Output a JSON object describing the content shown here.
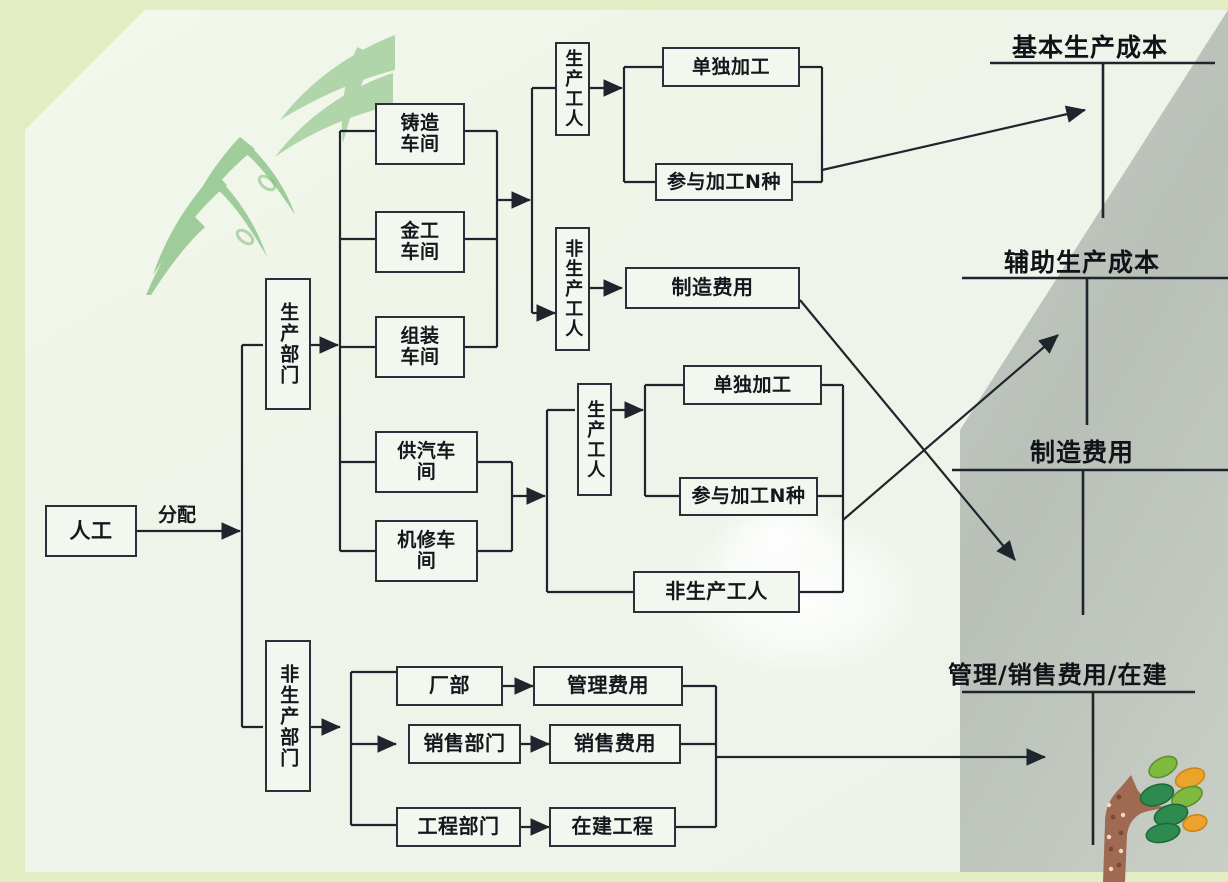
{
  "diagram": {
    "title_hidden": "",
    "source_node": {
      "label": "人工"
    },
    "edge_labels": {
      "allocate": "分配"
    },
    "departments": [
      {
        "id": "prod-dept",
        "label": "生产部门"
      },
      {
        "id": "nonprod-dept",
        "label": "非生产部门"
      }
    ],
    "workshops_basic": [
      {
        "id": "casting",
        "line1": "铸造",
        "line2": "车间"
      },
      {
        "id": "metal",
        "line1": "金工",
        "line2": "车间"
      },
      {
        "id": "assembly",
        "line1": "组装",
        "line2": "车间"
      }
    ],
    "workshops_aux": [
      {
        "id": "steam",
        "line1": "供汽车",
        "line2": "间"
      },
      {
        "id": "repair",
        "line1": "机修车",
        "line2": "间"
      }
    ],
    "workers_basic": [
      {
        "id": "prod-worker-1",
        "label": "生产工人"
      },
      {
        "id": "nonprod-worker-1",
        "label": "非生产工人"
      }
    ],
    "workers_aux": [
      {
        "id": "prod-worker-2",
        "label": "生产工人"
      },
      {
        "id": "nonprod-worker-2",
        "label": "非生产工人"
      }
    ],
    "processing_basic": [
      {
        "id": "single-1",
        "label": "单独加工"
      },
      {
        "id": "multi-1",
        "label": "参与加工N种"
      }
    ],
    "processing_aux": [
      {
        "id": "single-2",
        "label": "单独加工"
      },
      {
        "id": "multi-2",
        "label": "参与加工N种"
      }
    ],
    "manufacturing_expense": {
      "id": "mfg-expense",
      "label": "制造费用"
    },
    "nonprod_branches": [
      {
        "id": "factory-dept",
        "label": "厂部",
        "expense": "管理费用",
        "expense_id": "admin-expense"
      },
      {
        "id": "sales-dept",
        "label": "销售部门",
        "expense": "销售费用",
        "expense_id": "sales-expense"
      },
      {
        "id": "engineering-dept",
        "label": "工程部门",
        "expense": "在建工程",
        "expense_id": "cip-expense"
      }
    ],
    "accounts": [
      {
        "id": "basic-production-cost",
        "label": "基本生产成本"
      },
      {
        "id": "auxiliary-production-cost",
        "label": "辅助生产成本"
      },
      {
        "id": "manufacturing-cost",
        "label": "制造费用"
      },
      {
        "id": "admin-sales-cip",
        "label": "管理/销售费用/在建"
      }
    ],
    "colors": {
      "border": "#2b2f38",
      "page_bg": "#eef4ea",
      "frame_green": "#e4ecc4",
      "panel_grey": "#bfc6be",
      "leaf_green": "#a8cfa0",
      "trunk_brown": "#a06a52"
    }
  }
}
